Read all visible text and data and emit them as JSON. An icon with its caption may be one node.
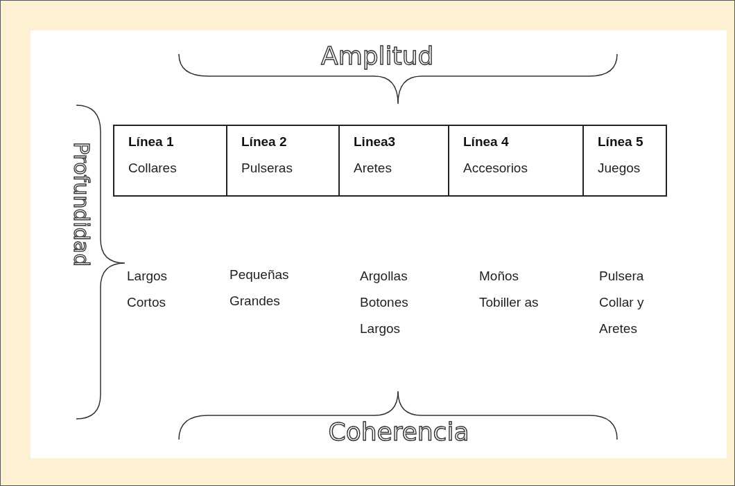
{
  "diagram": {
    "nodes": [
      {
        "text": [
          "Línea 1",
          "Collares"
        ]
      },
      {
        "text": [
          "Línea 2",
          "Pulseras"
        ]
      },
      {
        "text": [
          "Linea3",
          "Aretes"
        ]
      },
      {
        "text": [
          "Línea 4",
          "Accesorios"
        ]
      },
      {
        "text": [
          "Línea 5",
          "Juegos"
        ]
      }
    ],
    "labels": [
      "Amplitud",
      "Profundidad",
      "Largos",
      "Cortos",
      "Pequeñas",
      "Grandes",
      "Argollas",
      "Botones",
      "Largos",
      "Moños",
      "Tobiller as",
      "Pulsera",
      "Collar y Aretes",
      "Coherencia"
    ]
  }
}
